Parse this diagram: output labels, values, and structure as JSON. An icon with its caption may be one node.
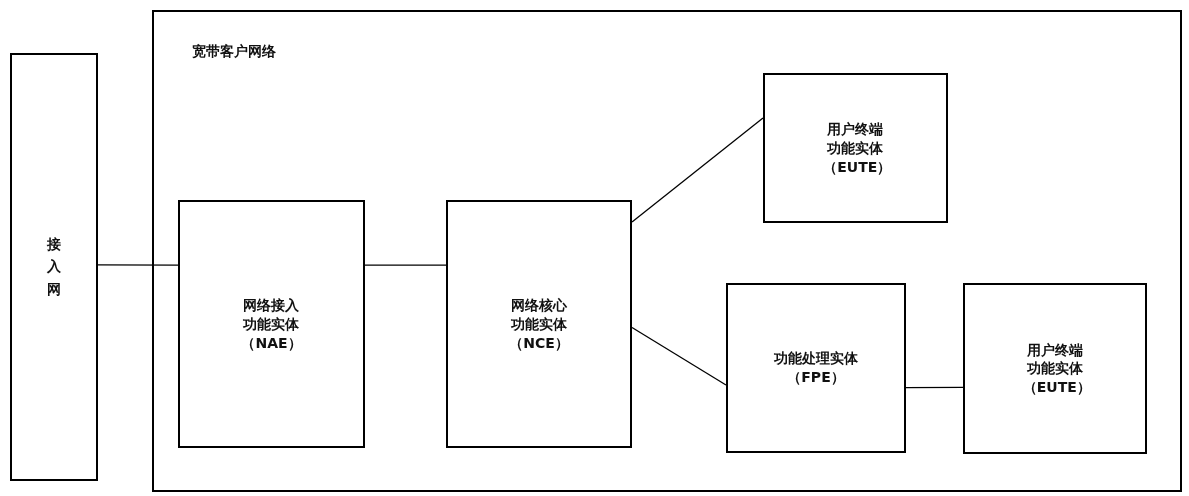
{
  "diagram": {
    "nodes": [
      {
        "text": [
          "接入网"
        ]
      },
      {
        "text": [
          "宽带客户网络"
        ]
      },
      {
        "text": [
          "网络接入功能实体（NAE）"
        ],
        "in": 1
      },
      {
        "text": [
          "网络核心功能实体（NCE）"
        ],
        "in": 1
      },
      {
        "text": [
          "用户终端功能实体（EUTE）"
        ],
        "in": 1
      },
      {
        "text": [
          "功能处理实体（FPE）"
        ],
        "in": 1
      },
      {
        "text": [
          "用户终端功能实体（EUTE）"
        ],
        "in": 1
      }
    ],
    "edges": [
      {
        "from": 0,
        "to": 2,
        "arrow": "none"
      },
      {
        "from": 2,
        "to": 3,
        "arrow": "none"
      },
      {
        "from": 3,
        "to": 4,
        "arrow": "none"
      },
      {
        "from": 3,
        "to": 5,
        "arrow": "none"
      },
      {
        "from": 5,
        "to": 6,
        "arrow": "none"
      }
    ]
  }
}
